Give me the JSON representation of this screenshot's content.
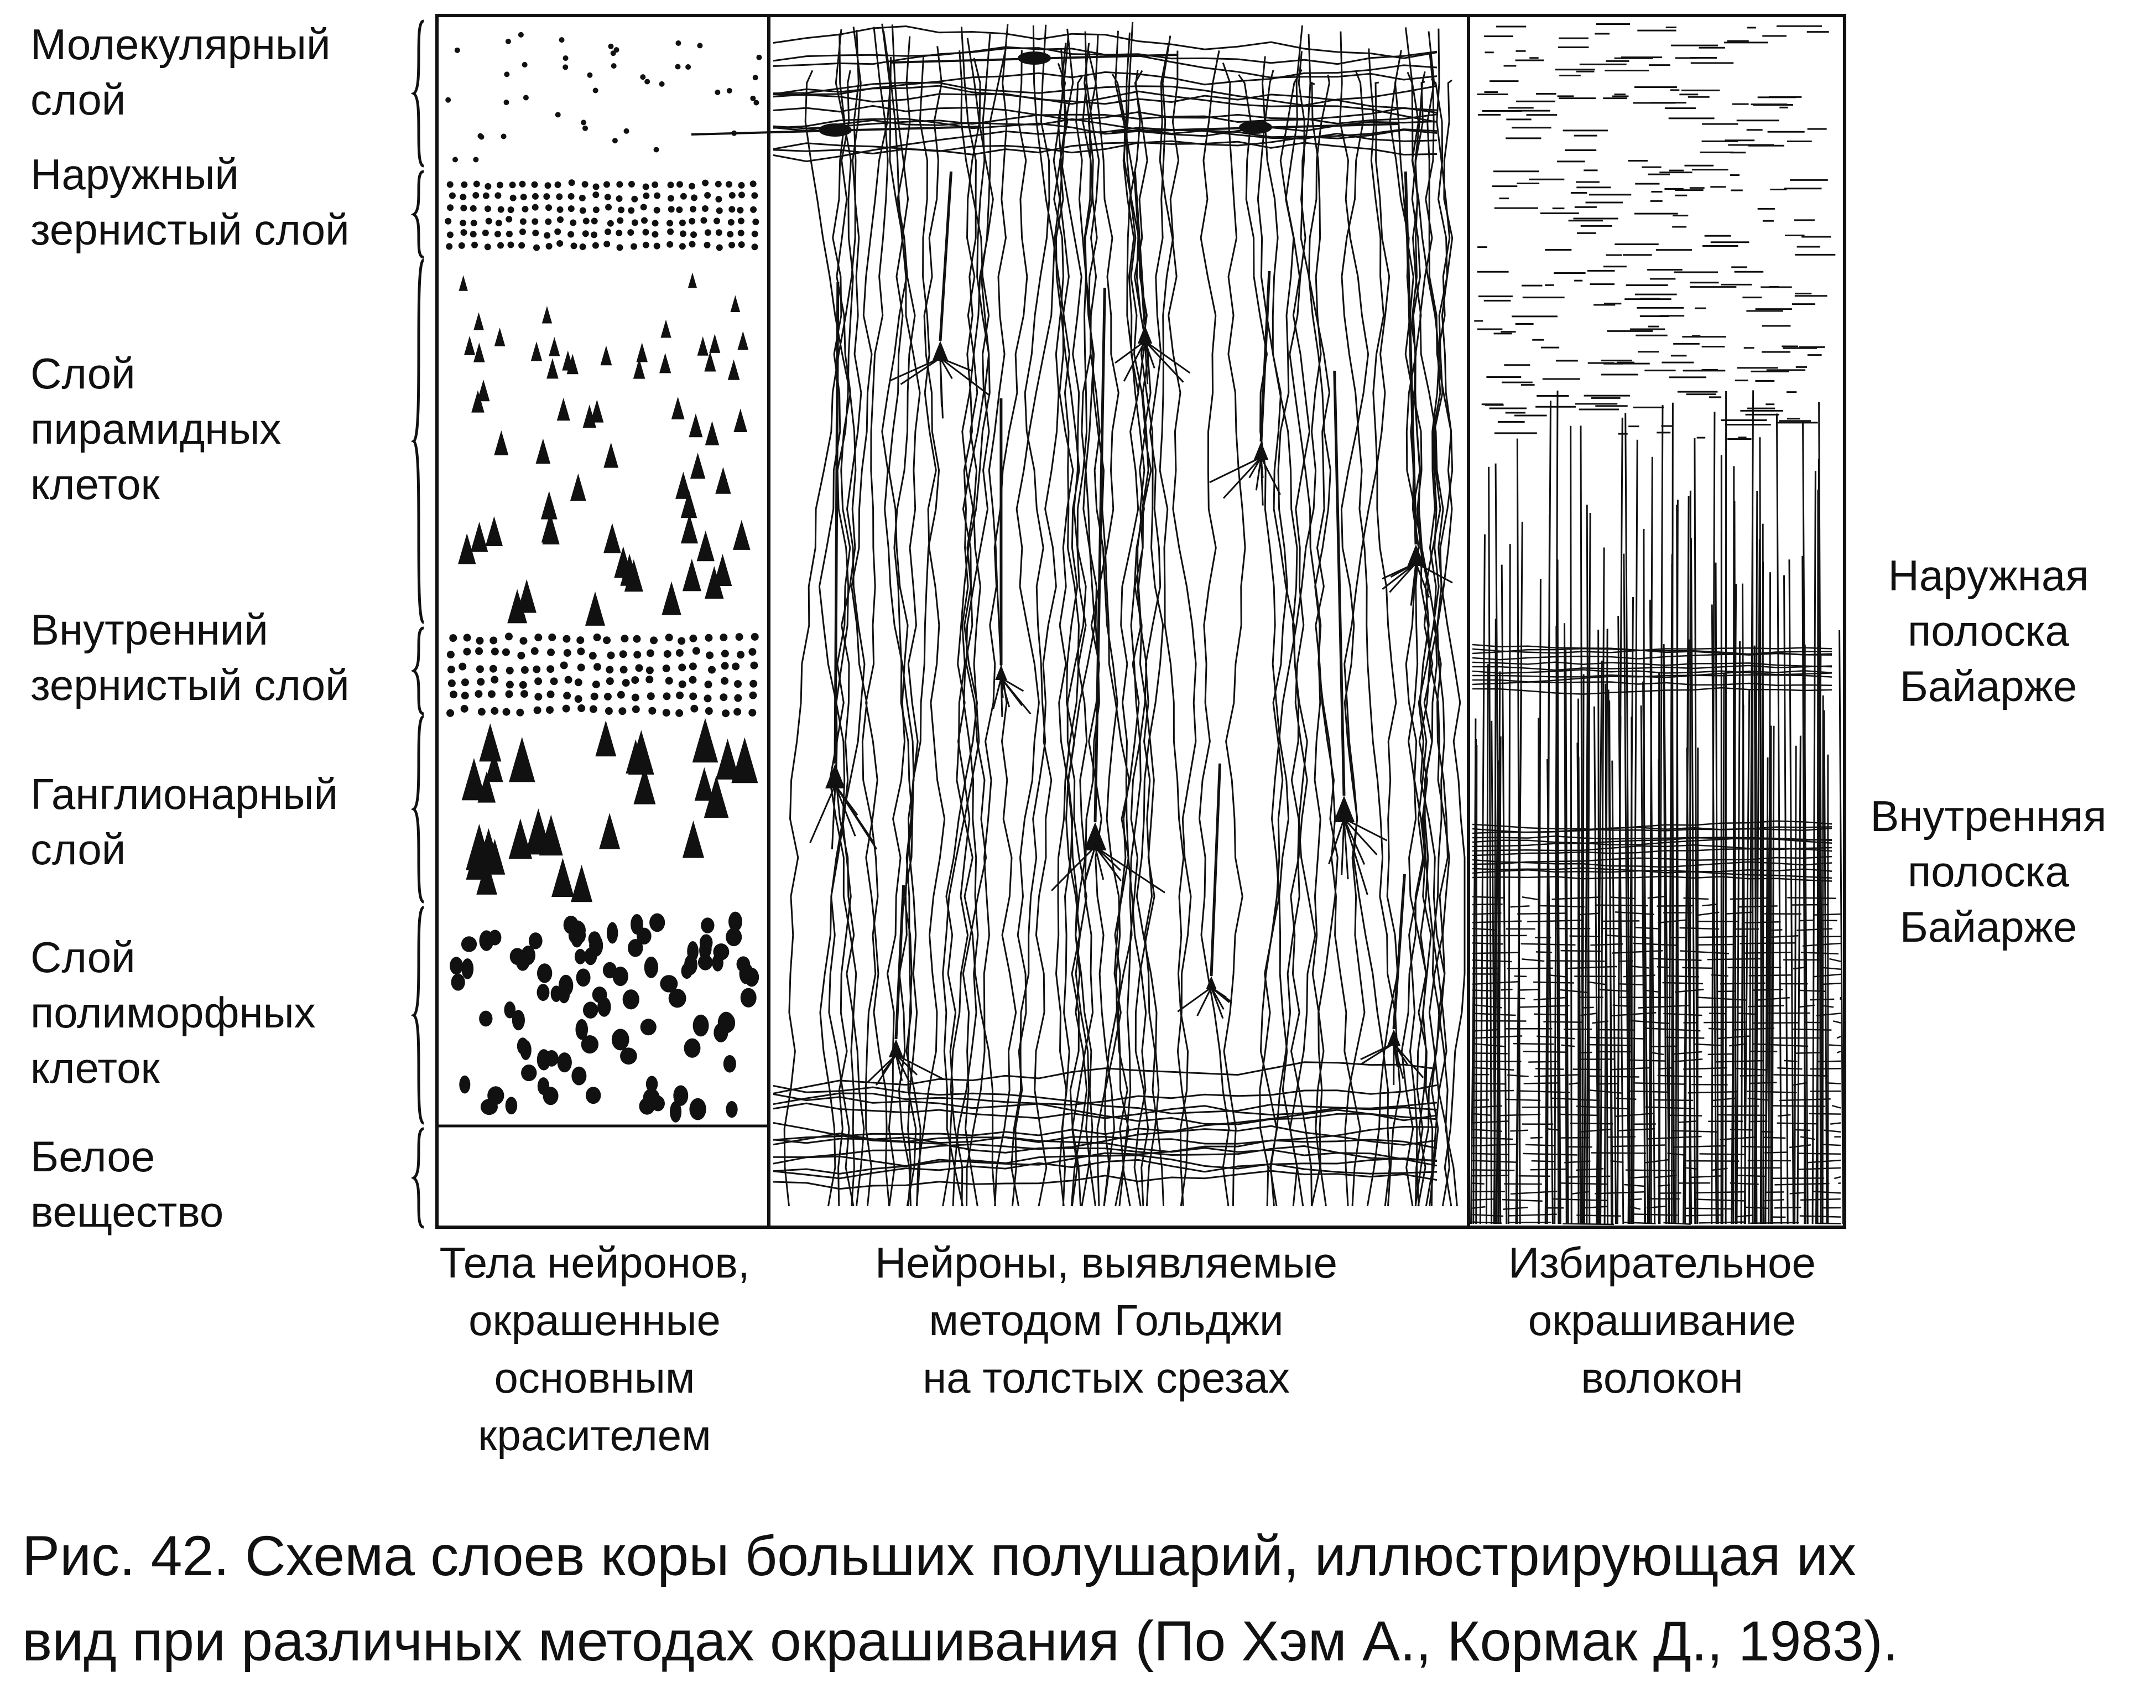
{
  "layers": [
    {
      "key": "molecular",
      "label": "Молекулярный\nслой"
    },
    {
      "key": "outer-granular",
      "label": "Наружный\nзернистый слой"
    },
    {
      "key": "pyramidal",
      "label": "Слой\nпирамидных\nклеток"
    },
    {
      "key": "inner-granular",
      "label": "Внутренний\nзернистый слой"
    },
    {
      "key": "ganglionic",
      "label": "Ганглионарный\nслой"
    },
    {
      "key": "polymorphic",
      "label": "Слой\nполиморфных\nклеток"
    },
    {
      "key": "white-matter",
      "label": "Белое\nвещество"
    }
  ],
  "stripes": [
    {
      "key": "outer-baillarger",
      "label": "Наружная\nполоска\nБайарже"
    },
    {
      "key": "inner-baillarger",
      "label": "Внутренняя\nполоска\nБайарже"
    }
  ],
  "columns": [
    {
      "key": "nissl",
      "caption": "Тела нейронов,\nокрашенные\nосновным\nкрасителем"
    },
    {
      "key": "golgi",
      "caption": "Нейроны, выявляемые\nметодом Гольджи\nна толстых срезах"
    },
    {
      "key": "fibers",
      "caption": "Избирательное\nокрашивание\nволокон"
    }
  ],
  "figure_caption": "Рис. 42. Схема слоев коры больших полушарий, иллюстрирующая их\nвид при различных методах окрашивания (По Хэм А., Кормак Д., 1983).",
  "colors": {
    "ink": "#111111",
    "paper": "#ffffff"
  }
}
